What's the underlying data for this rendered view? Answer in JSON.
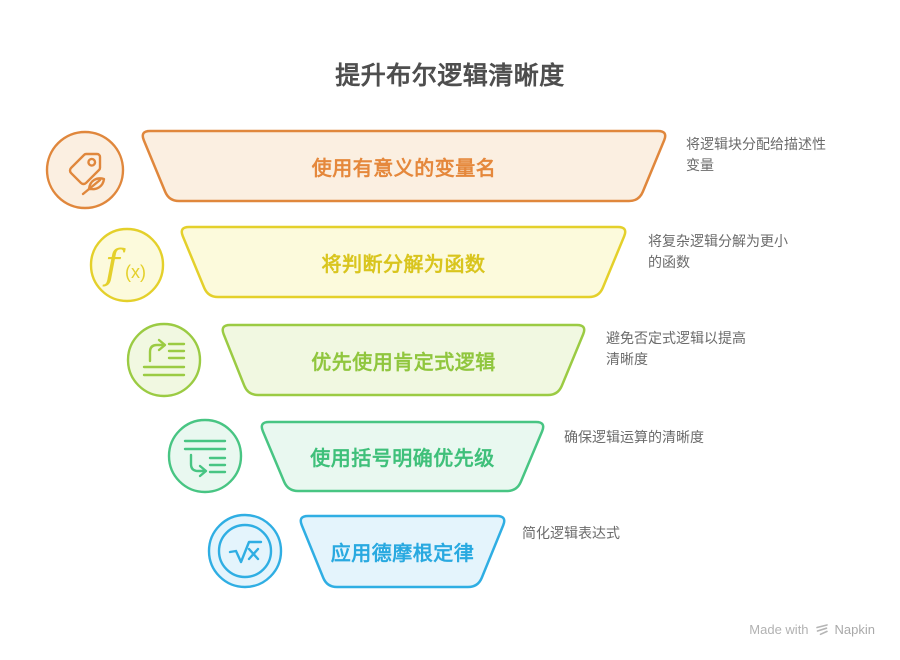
{
  "title": "提升布尔逻辑清晰度",
  "rows": [
    {
      "label": "使用有意义的变量名",
      "description": "将逻辑块分配给描述性变量",
      "icon": "tag-icon",
      "colors": {
        "border": "#E0873C",
        "fill": "#FBEFE1",
        "text": "#E5883C"
      }
    },
    {
      "label": "将判断分解为函数",
      "description": "将复杂逻辑分解为更小的函数",
      "icon": "function-fx-icon",
      "colors": {
        "border": "#E4D02B",
        "fill": "#FCFADC",
        "text": "#D9C51E"
      }
    },
    {
      "label": "优先使用肯定式逻辑",
      "description": "避免否定式逻辑以提高清晰度",
      "icon": "promote-list-icon",
      "colors": {
        "border": "#9BCB43",
        "fill": "#F1F8E1",
        "text": "#90C63E"
      }
    },
    {
      "label": "使用括号明确优先级",
      "description": "确保逻辑运算的清晰度",
      "icon": "demote-list-icon",
      "colors": {
        "border": "#48C583",
        "fill": "#E9F8F0",
        "text": "#3FC07A"
      }
    },
    {
      "label": "应用德摩根定律",
      "description": "简化逻辑表达式",
      "icon": "sqrt-x-icon",
      "colors": {
        "border": "#2FAEE3",
        "fill": "#E4F4FC",
        "text": "#29A9E0"
      }
    }
  ],
  "footer": {
    "made_with": "Made with",
    "brand": "Napkin"
  }
}
